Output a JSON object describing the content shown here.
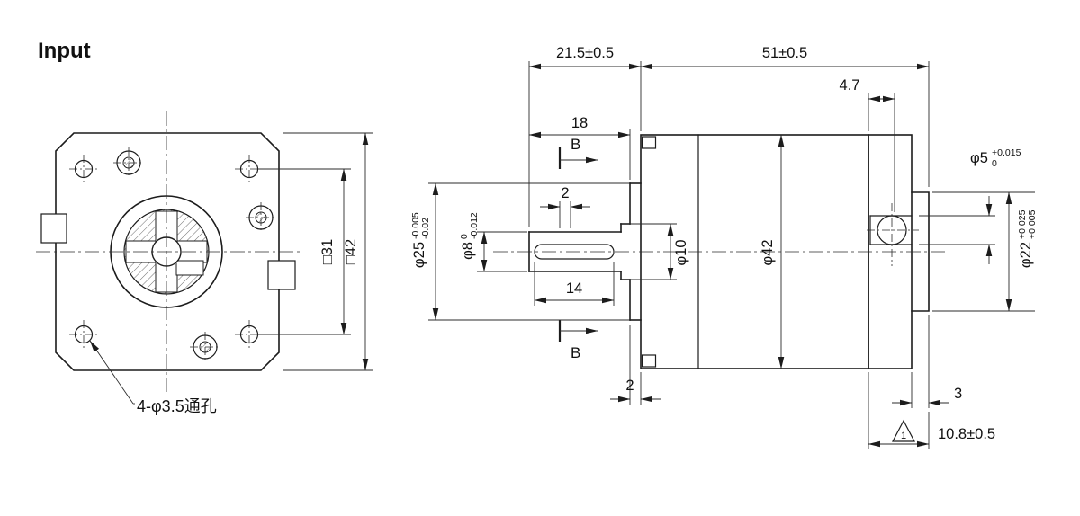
{
  "title": "Input",
  "front_view": {
    "hole_note": "4-φ3.5通孔",
    "dim_bolt_square": "□31",
    "dim_flange_square": "□42"
  },
  "side_view": {
    "section_label": "B",
    "dims": {
      "shaft_overall": "21.5±0.5",
      "body_length": "51±0.5",
      "port_position": "4.7",
      "shaft_length": "18",
      "keyway_position": "2",
      "keyway_length": "14",
      "pilot_thickness": "2",
      "end_boss_thickness": "3",
      "rear_section": "10.8±0.5",
      "body_dia": "φ42",
      "bore_dia": "φ10"
    },
    "tol_dims": {
      "shaft_dia": {
        "nominal": "φ8",
        "upper": "0",
        "lower": "-0.012"
      },
      "pilot_dia": {
        "nominal": "φ25",
        "upper": "-0.005",
        "lower": "-0.02"
      },
      "port_dia": {
        "nominal": "φ5",
        "upper": "+0.015",
        "lower": "0"
      },
      "end_boss_dia": {
        "nominal": "φ22",
        "upper": "+0.025",
        "lower": "+0.005"
      }
    },
    "note_flag": "1"
  }
}
